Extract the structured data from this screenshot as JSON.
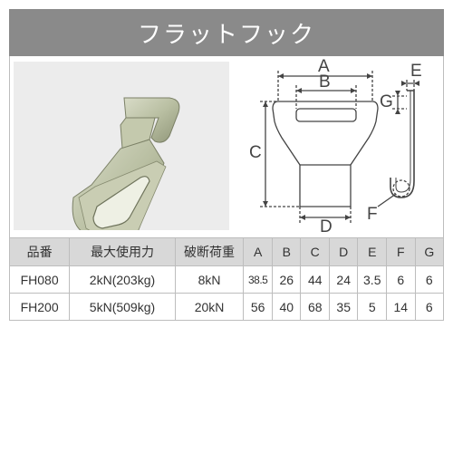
{
  "title": "フラットフック",
  "diagram_labels": {
    "a": "A",
    "b": "B",
    "c": "C",
    "d": "D",
    "e": "E",
    "f": "F",
    "g": "G"
  },
  "table": {
    "headers": [
      "品番",
      "最大使用力",
      "破断荷重",
      "A",
      "B",
      "C",
      "D",
      "E",
      "F",
      "G"
    ],
    "rows": [
      [
        "FH080",
        "2kN(203kg)",
        "8kN",
        "38.5",
        "26",
        "44",
        "24",
        "3.5",
        "6",
        "6"
      ],
      [
        "FH200",
        "5kN(509kg)",
        "20kN",
        "56",
        "40",
        "68",
        "35",
        "5",
        "14",
        "6"
      ]
    ]
  }
}
